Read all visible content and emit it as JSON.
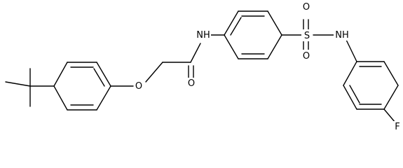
{
  "structure": {
    "atoms": {
      "ether_oxygen": "O",
      "carbonyl_oxygen": "O",
      "amide_nitrogen": "NH",
      "sulfur": "S",
      "sulfonyl_oxygen_top": "O",
      "sulfonyl_oxygen_bottom": "O",
      "sulfonamide_nitrogen": "NH",
      "fluorine": "F"
    }
  }
}
